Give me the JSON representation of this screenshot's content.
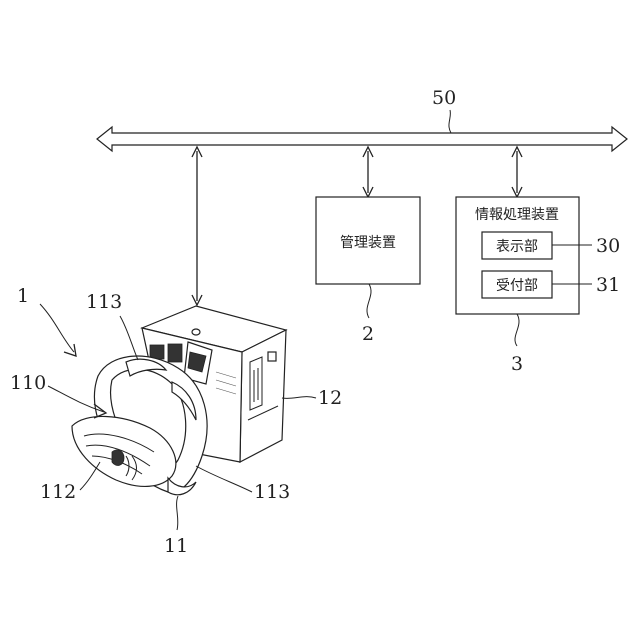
{
  "network": {
    "label": "50"
  },
  "management_device": {
    "name": "管理装置",
    "ref": "2"
  },
  "info_processing_device": {
    "name": "情報処理装置",
    "ref": "3",
    "display_unit": {
      "name": "表示部",
      "ref": "30"
    },
    "reception_unit": {
      "name": "受付部",
      "ref": "31"
    }
  },
  "apparatus": {
    "ref": "1",
    "part_11": "11",
    "part_12": "12",
    "part_110": "110",
    "part_112": "112",
    "part_113_top": "113",
    "part_113_bottom": "113"
  }
}
